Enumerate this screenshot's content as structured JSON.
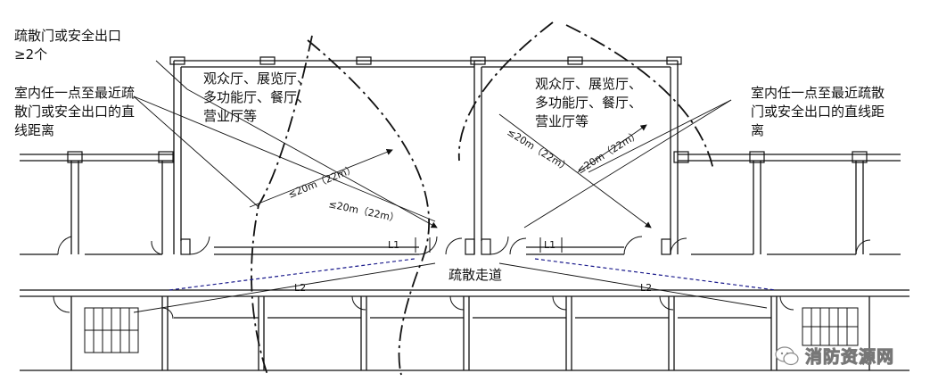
{
  "labels": {
    "exits_required": "疏散门或安全出口",
    "exits_count": "≥2个",
    "distance_left_1": "室内任一点至最近疏",
    "distance_left_2": "散门或安全出口的直",
    "distance_left_3": "线距离",
    "rooms_left_1": "观众厅、展览厅、",
    "rooms_left_2": "多功能厅、餐厅、",
    "rooms_left_3": "营业厅等",
    "rooms_right_1": "观众厅、展览厅、",
    "rooms_right_2": "多功能厅、餐厅、",
    "rooms_right_3": "营业厅等",
    "distance_right_1": "室内任一点至最近疏散",
    "distance_right_2": "门或安全出口的直线距",
    "distance_right_3": "离",
    "corridor": "疏散走道"
  },
  "dimensions": {
    "radius_a": "≤20m（22m）",
    "radius_b": "≤20m（22m）",
    "radius_c": "≤20m（22m）",
    "radius_d": "≤20m（22m）",
    "l1_left": "L1",
    "l1_right": "L1",
    "l2_left": "L2",
    "l2_right": "L2"
  },
  "watermark": {
    "text": "消防资源网",
    "icon": "wechat-icon"
  },
  "colors": {
    "line": "#111111",
    "dashed_blue": "#1a1a8c"
  }
}
